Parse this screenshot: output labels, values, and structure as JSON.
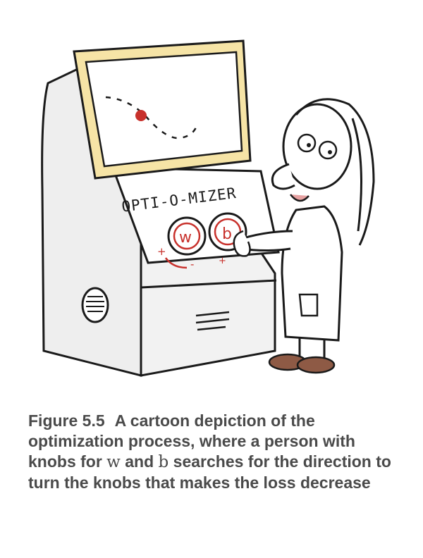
{
  "figure": {
    "label": "Figure 5.5",
    "caption_part1": "A cartoon depiction of the optimization process, where a person with knobs for",
    "var_w": "w",
    "caption_part2": "and",
    "var_b": "b",
    "caption_part3": "searches for the direction to turn the knobs that makes the loss decrease"
  },
  "illustration": {
    "machine_label": "OPTI-O-MIZER",
    "knob_left": "w",
    "knob_right": "b",
    "knob_sign_plus": "+",
    "knob_sign_minus": "-",
    "colors": {
      "screen_frame": "#f6e4a6",
      "machine_fill": "#eeeeee",
      "ball": "#c8312c",
      "accent_red": "#c8312c",
      "shoe": "#8e5a45",
      "ink": "#1a1a1a"
    }
  }
}
